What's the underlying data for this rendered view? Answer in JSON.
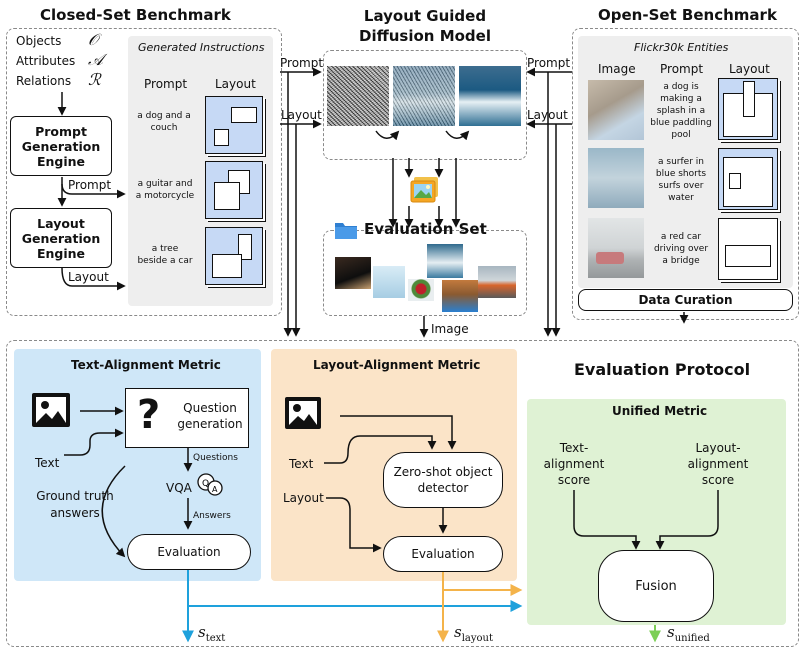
{
  "closed_set": {
    "title": "Closed-Set Benchmark",
    "objects_label": "Objects",
    "attributes_label": "Attributes",
    "relations_label": "Relations",
    "objects_symbol": "𝒪",
    "attributes_symbol": "𝒜",
    "relations_symbol": "ℛ",
    "prompt_engine": "Prompt Generation Engine",
    "layout_engine": "Layout Generation Engine",
    "prompt_arrow": "Prompt",
    "layout_arrow": "Layout",
    "generated_title": "Generated Instructions",
    "col_prompt": "Prompt",
    "col_layout": "Layout",
    "rows": [
      {
        "prompt": "a dog and a couch"
      },
      {
        "prompt": "a guitar and a motorcycle"
      },
      {
        "prompt": "a tree beside a car"
      }
    ]
  },
  "model": {
    "title": "Layout Guided Diffusion Model",
    "prompt_in_left": "Prompt",
    "layout_in_left": "Layout",
    "prompt_in_right": "Prompt",
    "layout_in_right": "Layout"
  },
  "evaluation_set": {
    "title": "Evaluation Set",
    "image_arrow": "Image"
  },
  "open_set": {
    "title": "Open-Set Benchmark",
    "source": "Flickr30k Entities",
    "col_image": "Image",
    "col_prompt": "Prompt",
    "col_layout": "Layout",
    "rows": [
      {
        "prompt": "a dog is making a splash in a blue paddling pool"
      },
      {
        "prompt": "a surfer in blue shorts surfs over water"
      },
      {
        "prompt": "a red car driving over a bridge"
      }
    ],
    "curation": "Data Curation"
  },
  "protocol": {
    "title": "Evaluation Protocol",
    "text_metric": {
      "title": "Text-Alignment Metric",
      "question_generation": "Question generation",
      "text_label": "Text",
      "questions_label": "Questions",
      "vqa_label": "VQA",
      "answers_label": "Answers",
      "ground_truth": "Ground truth answers",
      "evaluation": "Evaluation",
      "score": "s",
      "score_sub": "text"
    },
    "layout_metric": {
      "title": "Layout-Alignment Metric",
      "text_label": "Text",
      "layout_label": "Layout",
      "detector": "Zero-shot object detector",
      "evaluation": "Evaluation",
      "score": "s",
      "score_sub": "layout"
    },
    "unified_metric": {
      "title": "Unified Metric",
      "text_score": "Text-alignment score",
      "layout_score": "Layout-alignment score",
      "fusion": "Fusion",
      "score": "s",
      "score_sub": "unified"
    }
  },
  "colors": {
    "text_metric_bg": "#cfe7f8",
    "layout_metric_bg": "#fbe4c8",
    "unified_metric_bg": "#dff2d4",
    "text_arrow": "#1ea1dc",
    "layout_arrow": "#f4b34a",
    "unified_arrow": "#7ccf55",
    "layout_fill": "#c6d9f5",
    "instructions_bg": "#eeeeee"
  }
}
